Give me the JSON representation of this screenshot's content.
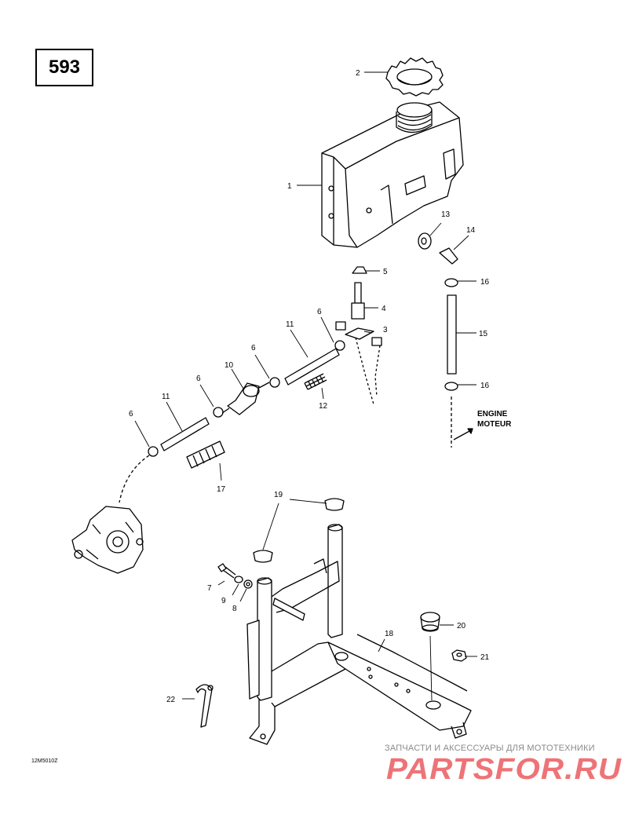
{
  "page_number": "593",
  "drawing_code": "12M5010Z",
  "engine_note": {
    "line1": "ENGINE",
    "line2": "MOTEUR"
  },
  "watermark": {
    "tagline": "ЗАПЧАСТИ И АКСЕССУАРЫ ДЛЯ МОТОТЕХНИКИ",
    "logo_text": "PARTSFOR.RU",
    "logo_color": "#e8444a"
  },
  "callouts": [
    "1",
    "2",
    "3",
    "4",
    "5",
    "6",
    "6",
    "6",
    "6",
    "7",
    "8",
    "9",
    "10",
    "11",
    "11",
    "12",
    "13",
    "14",
    "15",
    "16",
    "16",
    "17",
    "18",
    "19",
    "20",
    "21",
    "22"
  ]
}
